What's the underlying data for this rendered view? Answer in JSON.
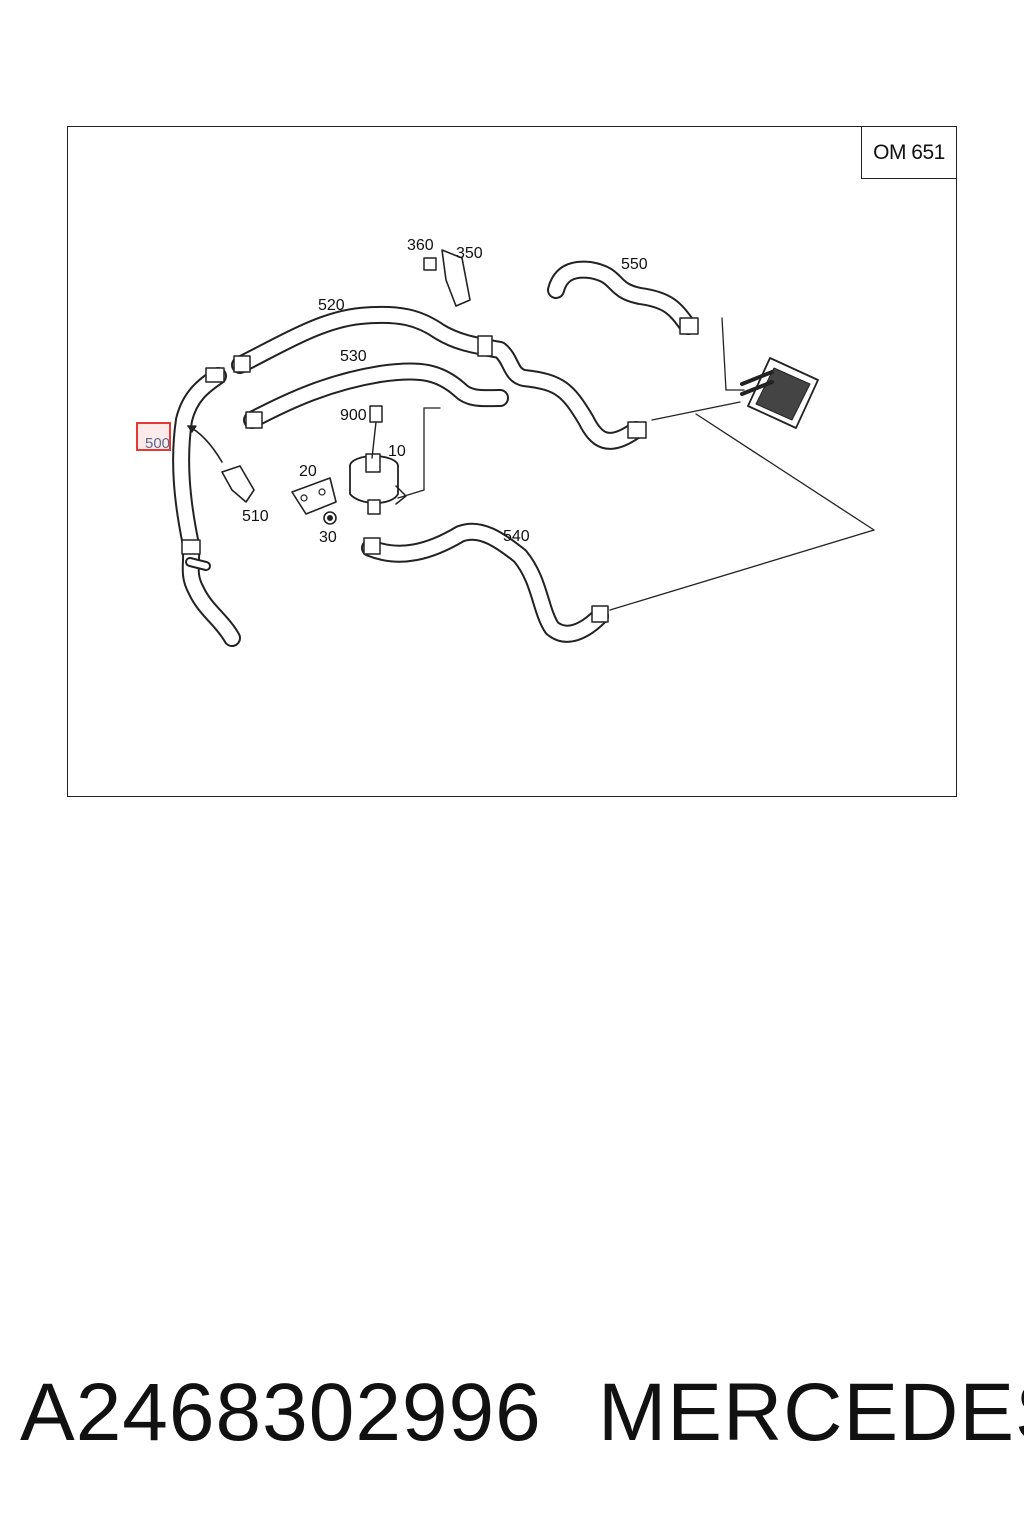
{
  "engine_label": "OM 651",
  "callouts": {
    "c360": "360",
    "c350": "350",
    "c550": "550",
    "c520": "520",
    "c530": "530",
    "c900": "900",
    "c10": "10",
    "c20": "20",
    "c510": "510",
    "c30": "30",
    "c540": "540",
    "c500": "500"
  },
  "footer": {
    "part_number": "A2468302996",
    "brand": "MERCEDES"
  },
  "colors": {
    "line": "#222222",
    "highlight": "#e53935"
  }
}
